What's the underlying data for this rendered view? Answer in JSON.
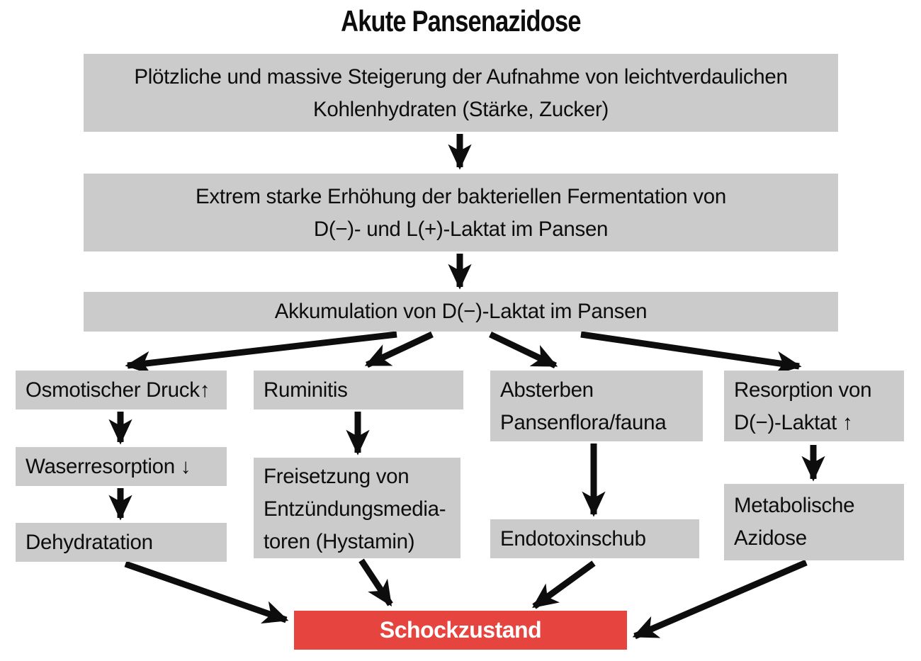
{
  "title": "Akute Pansenazidose",
  "colors": {
    "box_gray": "#cbcbcb",
    "accent_red": "#e5453e",
    "arrow_black": "#0d0d0d",
    "background": "#ffffff",
    "shock_text": "#ffffff"
  },
  "nodes": {
    "intake": {
      "text": "Plötzliche und massive Steigerung der Aufnahme von leichtverdaulichen\nKohlenhydraten (Stärke, Zucker)"
    },
    "fermentation": {
      "text": "Extrem starke Erhöhung der bakteriellen Fermentation von\nD(−)- und L(+)-Laktat im Pansen"
    },
    "akkumulation": {
      "text": "Akkumulation von D(−)-Laktat im Pansen"
    },
    "osmotic": {
      "text": "Osmotischer Druck↑"
    },
    "ruminitis": {
      "text": "Ruminitis"
    },
    "absterben": {
      "text": "Absterben\nPansenflora/fauna"
    },
    "resorption": {
      "text": "Resorption von\nD(−)-Laktat ↑"
    },
    "wasserresorption": {
      "text": "Waserresorption ↓"
    },
    "dehydratation": {
      "text": "Dehydratation"
    },
    "freisetzung": {
      "text": "Freisetzung von\nEntzündungsmedia-\ntoren (Hystamin)"
    },
    "endotoxinschub": {
      "text": "Endotoxinschub"
    },
    "metabolische": {
      "text": "Metabolische\nAzidose"
    },
    "schock": {
      "text": "Schockzustand"
    }
  },
  "edges": [
    {
      "from": "intake",
      "to": "fermentation"
    },
    {
      "from": "fermentation",
      "to": "akkumulation"
    },
    {
      "from": "akkumulation",
      "to": "osmotic"
    },
    {
      "from": "akkumulation",
      "to": "ruminitis"
    },
    {
      "from": "akkumulation",
      "to": "absterben"
    },
    {
      "from": "akkumulation",
      "to": "resorption"
    },
    {
      "from": "osmotic",
      "to": "wasserresorption"
    },
    {
      "from": "wasserresorption",
      "to": "dehydratation"
    },
    {
      "from": "ruminitis",
      "to": "freisetzung"
    },
    {
      "from": "absterben",
      "to": "endotoxinschub"
    },
    {
      "from": "resorption",
      "to": "metabolische"
    },
    {
      "from": "dehydratation",
      "to": "schock"
    },
    {
      "from": "freisetzung",
      "to": "schock"
    },
    {
      "from": "endotoxinschub",
      "to": "schock"
    },
    {
      "from": "metabolische",
      "to": "schock"
    }
  ]
}
